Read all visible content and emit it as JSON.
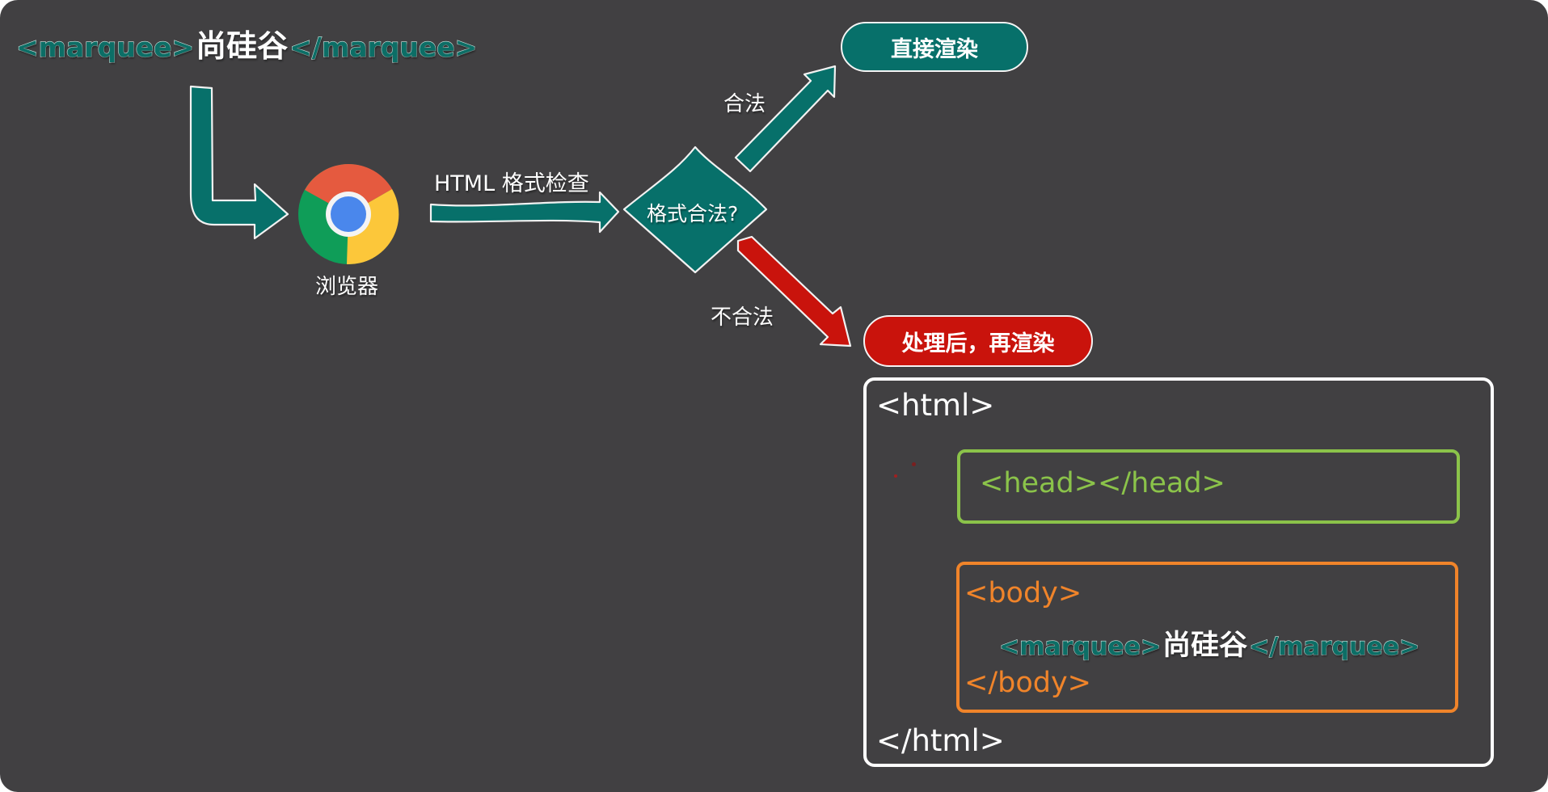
{
  "title_line": {
    "open_tag": "<marquee>",
    "content": "尚硅谷",
    "close_tag": "</marquee>"
  },
  "browser": {
    "icon": "chrome-browser-icon",
    "label": "浏览器"
  },
  "check_arrow_label": "HTML 格式检查",
  "decision": {
    "label": "格式合法?"
  },
  "valid_branch": {
    "arrow_label": "合法",
    "result": "直接渲染"
  },
  "invalid_branch": {
    "arrow_label": "不合法",
    "result": "处理后，再渲染"
  },
  "code_example": {
    "html_open": "<html>",
    "head": "<head></head>",
    "body_open": "<body>",
    "marquee_open": "<marquee>",
    "marquee_content": "尚硅谷",
    "marquee_close": "</marquee>",
    "body_close": "</body>",
    "html_close": "</html>"
  },
  "colors": {
    "background": "#414042",
    "teal": "#07706a",
    "red": "#c9130c",
    "green": "#8bc34a",
    "orange": "#f0842a",
    "white": "#ffffff"
  }
}
